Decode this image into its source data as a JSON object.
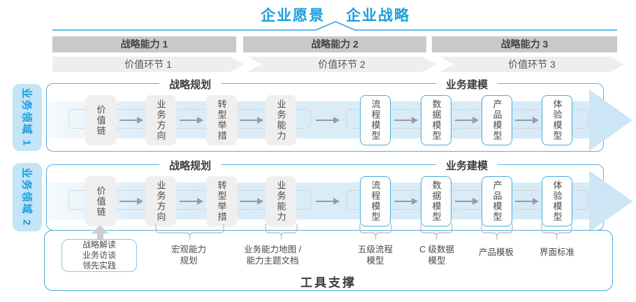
{
  "header": {
    "vision": "企业愿景",
    "strategy": "企业战略"
  },
  "capability_bars": [
    {
      "label": "战略能力 1"
    },
    {
      "label": "战略能力 2"
    },
    {
      "label": "战略能力 3"
    }
  ],
  "value_links": [
    {
      "label": "价值环节 1"
    },
    {
      "label": "价值环节 2"
    },
    {
      "label": "价值环节 3"
    }
  ],
  "domains": [
    {
      "label": "业务领域 1"
    },
    {
      "label": "业务领域 2"
    }
  ],
  "rows": {
    "planning_header": "战略规划",
    "modeling_header": "业务建模",
    "planning_boxes": [
      "价值链",
      "业务方向",
      "转型举措",
      "业务能力"
    ],
    "modeling_boxes": [
      "流程模型",
      "数据模型",
      "产品模型",
      "体验模型"
    ]
  },
  "annotations": {
    "practice_box": "战略解读\n业务访谈\n领先实践",
    "macro_capability": "宏观能力\n规划",
    "capability_map": "业务能力地图 /\n能力主题文档",
    "process_model": "五级流程\n模型",
    "data_model": "C 级数据\n模型",
    "product_template": "产品模板",
    "ui_standard": "界面标准"
  },
  "footer": {
    "tool_support": "工具支撑"
  },
  "colors": {
    "accent_blue": "#1B9EDF",
    "container_border": "#5BB2DF",
    "band_blue": "#DCEDF8",
    "bar_gray": "#C8C9CB",
    "chevron_gray": "#EEEEEF"
  }
}
